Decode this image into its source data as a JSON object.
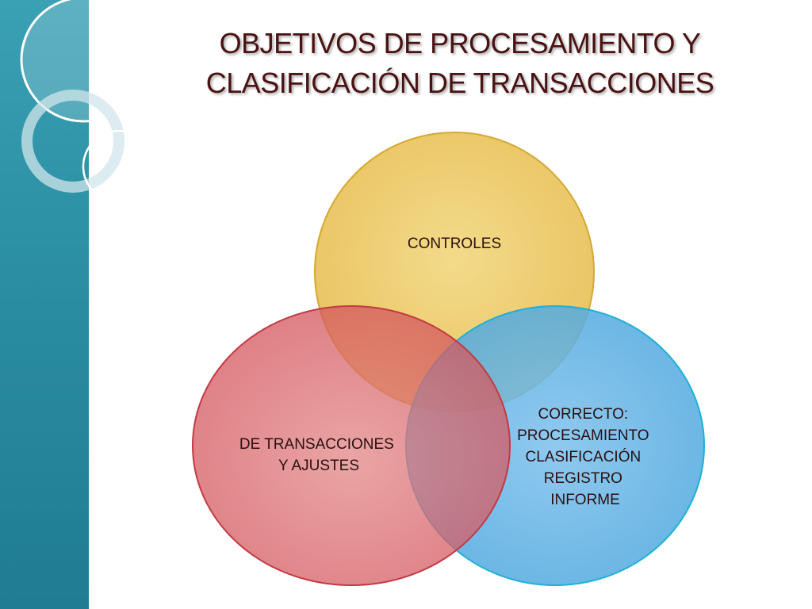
{
  "title": {
    "line1": "OBJETIVOS DE PROCESAMIENTO Y",
    "line2": "CLASIFICACIÓN DE TRANSACCIONES"
  },
  "colors": {
    "band": "#2b8ea3",
    "title": "#4a1212",
    "circle_top": "#e8c25a",
    "circle_left": "#d9575c",
    "circle_right": "#5aaee0"
  },
  "diagram": {
    "type": "venn",
    "circles": [
      {
        "id": "top",
        "lines": [
          "CONTROLES"
        ]
      },
      {
        "id": "left",
        "lines": [
          "DE TRANSACCIONES",
          "Y AJUSTES"
        ]
      },
      {
        "id": "right",
        "lines": [
          "CORRECTO:",
          "PROCESAMIENTO",
          "CLASIFICACIÓN",
          "REGISTRO",
          "INFORME"
        ]
      }
    ]
  }
}
